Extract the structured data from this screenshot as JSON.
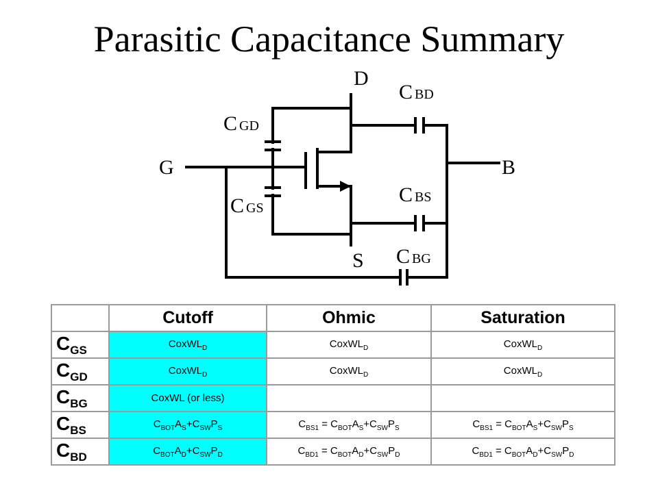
{
  "title": "Parasitic Capacitance Summary",
  "circuit": {
    "terminals": {
      "drain": "D",
      "gate": "G",
      "source": "S",
      "bulk": "B"
    },
    "capacitors": [
      {
        "id": "gd",
        "base": "C",
        "sub": "GD"
      },
      {
        "id": "gs",
        "base": "C",
        "sub": "GS"
      },
      {
        "id": "bd",
        "base": "C",
        "sub": "BD"
      },
      {
        "id": "bs",
        "base": "C",
        "sub": "BS"
      },
      {
        "id": "bg",
        "base": "C",
        "sub": "BG"
      }
    ]
  },
  "table": {
    "headers": [
      "",
      "Cutoff",
      "Ohmic",
      "Saturation"
    ],
    "rows": [
      {
        "base": "C",
        "sub": "GS",
        "cutoff": [
          [
            "CoxWL",
            ""
          ],
          [
            "D",
            "s"
          ]
        ],
        "ohmic": [
          [
            "CoxWL",
            ""
          ],
          [
            "D",
            "s"
          ]
        ],
        "saturation": [
          [
            "CoxWL",
            ""
          ],
          [
            "D",
            "s"
          ]
        ]
      },
      {
        "base": "C",
        "sub": "GD",
        "cutoff": [
          [
            "CoxWL",
            ""
          ],
          [
            "D",
            "s"
          ]
        ],
        "ohmic": [
          [
            "CoxWL",
            ""
          ],
          [
            "D",
            "s"
          ]
        ],
        "saturation": [
          [
            "CoxWL",
            ""
          ],
          [
            "D",
            "s"
          ]
        ]
      },
      {
        "base": "C",
        "sub": "BG",
        "cutoff": [
          [
            "CoxWL (or less)",
            ""
          ]
        ],
        "ohmic": [],
        "saturation": []
      },
      {
        "base": "C",
        "sub": "BS",
        "cutoff": [
          [
            "C",
            ""
          ],
          [
            "BOT",
            "s"
          ],
          [
            "A",
            ""
          ],
          [
            "S",
            "s"
          ],
          [
            "+C",
            ""
          ],
          [
            "SW",
            "s"
          ],
          [
            "P",
            ""
          ],
          [
            "S",
            "s"
          ]
        ],
        "ohmic": [
          [
            "C",
            ""
          ],
          [
            "BS1",
            "s"
          ],
          [
            " = C",
            ""
          ],
          [
            "BOT",
            "s"
          ],
          [
            "A",
            ""
          ],
          [
            "S",
            "s"
          ],
          [
            "+C",
            ""
          ],
          [
            "SW",
            "s"
          ],
          [
            "P",
            ""
          ],
          [
            "S",
            "s"
          ]
        ],
        "saturation": [
          [
            "C",
            ""
          ],
          [
            "BS1",
            "s"
          ],
          [
            " = C",
            ""
          ],
          [
            "BOT",
            "s"
          ],
          [
            "A",
            ""
          ],
          [
            "S",
            "s"
          ],
          [
            "+C",
            ""
          ],
          [
            "SW",
            "s"
          ],
          [
            "P",
            ""
          ],
          [
            "S",
            "s"
          ]
        ]
      },
      {
        "base": "C",
        "sub": "BD",
        "cutoff": [
          [
            "C",
            ""
          ],
          [
            "BOT",
            "s"
          ],
          [
            "A",
            ""
          ],
          [
            "D",
            "s"
          ],
          [
            "+C",
            ""
          ],
          [
            "SW",
            "s"
          ],
          [
            "P",
            ""
          ],
          [
            "D",
            "s"
          ]
        ],
        "ohmic": [
          [
            "C",
            ""
          ],
          [
            "BD1",
            "s"
          ],
          [
            " = C",
            ""
          ],
          [
            "BOT",
            "s"
          ],
          [
            "A",
            ""
          ],
          [
            "D",
            "s"
          ],
          [
            "+C",
            ""
          ],
          [
            "SW",
            "s"
          ],
          [
            "P",
            ""
          ],
          [
            "D",
            "s"
          ]
        ],
        "saturation": [
          [
            "C",
            ""
          ],
          [
            "BD1",
            "s"
          ],
          [
            " = C",
            ""
          ],
          [
            "BOT",
            "s"
          ],
          [
            "A",
            ""
          ],
          [
            "D",
            "s"
          ],
          [
            "+C",
            ""
          ],
          [
            "SW",
            "s"
          ],
          [
            "P",
            ""
          ],
          [
            "D",
            "s"
          ]
        ]
      }
    ],
    "colors": {
      "grid": "#9a9a9a",
      "cutoff_highlight": "#00ffff"
    }
  }
}
